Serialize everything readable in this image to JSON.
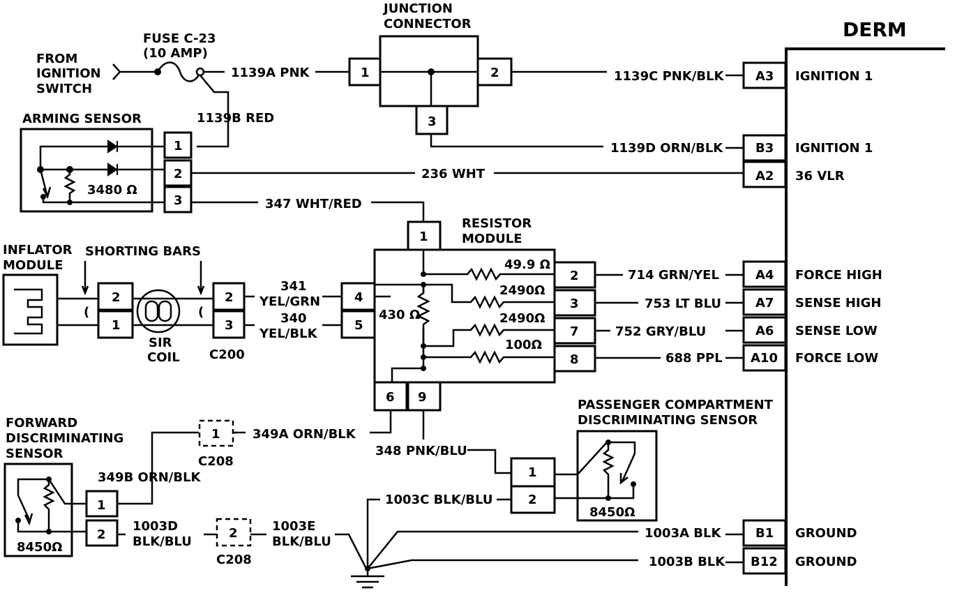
{
  "derm": {
    "title": "DERM",
    "pins": [
      {
        "pin": "A3",
        "label": "IGNITION 1",
        "wire": "1139C PNK/BLK"
      },
      {
        "pin": "B3",
        "label": "IGNITION 1",
        "wire": "1139D ORN/BLK"
      },
      {
        "pin": "A2",
        "label": "36 VLR",
        "wire": "236 WHT"
      },
      {
        "pin": "A4",
        "label": "FORCE HIGH",
        "wire": "714 GRN/YEL"
      },
      {
        "pin": "A7",
        "label": "SENSE HIGH",
        "wire": "753 LT BLU"
      },
      {
        "pin": "A6",
        "label": "SENSE LOW",
        "wire": "752 GRY/BLU"
      },
      {
        "pin": "A10",
        "label": "FORCE LOW",
        "wire": "688 PPL"
      },
      {
        "pin": "B1",
        "label": "GROUND",
        "wire": "1003A BLK"
      },
      {
        "pin": "B12",
        "label": "GROUND",
        "wire": "1003B BLK"
      }
    ]
  },
  "ignition": {
    "from": [
      "FROM",
      "IGNITION",
      "SWITCH"
    ],
    "fuse": [
      "FUSE C-23",
      "(10 AMP)"
    ],
    "wire_a": "1139A PNK",
    "wire_b": "1139B RED"
  },
  "junction": {
    "title": [
      "JUNCTION",
      "CONNECTOR"
    ],
    "pins": [
      "1",
      "2",
      "3"
    ]
  },
  "arming_sensor": {
    "title": "ARMING SENSOR",
    "resistance": "3480 Ω",
    "pins": [
      "1",
      "2",
      "3"
    ],
    "wire_3": "347 WHT/RED"
  },
  "resistor_module": {
    "title": [
      "RESISTOR",
      "MODULE"
    ],
    "center_resistor": "430 Ω",
    "resistors": [
      "49.9 Ω",
      "2490Ω",
      "2490Ω",
      "100Ω"
    ],
    "pins": [
      "1",
      "2",
      "3",
      "7",
      "8",
      "4",
      "5",
      "6",
      "9"
    ]
  },
  "inflator": {
    "title": [
      "INFLATOR",
      "MODULE"
    ],
    "shorting_bars": "SHORTING BARS",
    "coil": [
      "SIR",
      "COIL"
    ],
    "pins_left": [
      "2",
      "1"
    ],
    "pins_c200": [
      "2",
      "3"
    ],
    "c200": "C200",
    "wire_341": [
      "341",
      "YEL/GRN"
    ],
    "wire_340": [
      "340",
      "YEL/BLK"
    ],
    "bracket": "("
  },
  "forward_sensor": {
    "title": [
      "FORWARD",
      "DISCRIMINATING",
      "SENSOR"
    ],
    "resistance": "8450Ω",
    "pins": [
      "1",
      "2"
    ],
    "wire_349b": "349B ORN/BLK",
    "wire_1003d": [
      "1003D",
      "BLK/BLU"
    ],
    "wire_1003e": [
      "1003E",
      "BLK/BLU"
    ],
    "c208_pins": [
      "1",
      "2"
    ],
    "c208": "C208"
  },
  "passenger_sensor": {
    "title": [
      "PASSENGER COMPARTMENT",
      "DISCRIMINATING SENSOR"
    ],
    "resistance": "8450Ω",
    "pins": [
      "1",
      "2"
    ],
    "wire_349a": "349A ORN/BLK",
    "wire_348": "348 PNK/BLU",
    "wire_1003c": "1003C BLK/BLU"
  }
}
